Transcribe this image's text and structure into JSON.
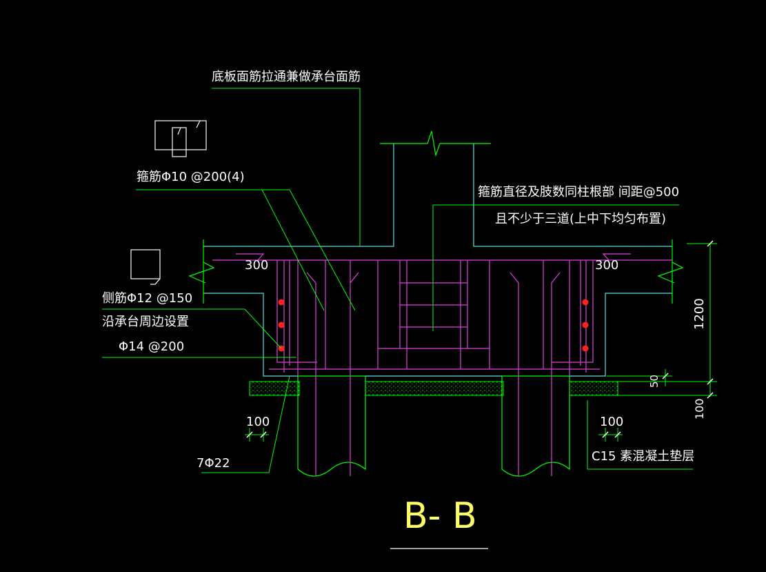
{
  "labels": {
    "top_note": "底板面筋拉通兼做承台面筋",
    "stirrup": "箍筋Φ10 @200(4)",
    "column_note_1": "箍筋直径及肢数同柱根部 间距@500",
    "column_note_2": "且不少于三道(上中下均匀布置)",
    "side_bar_1": "侧筋Φ12 @150",
    "side_bar_2": "沿承台周边设置",
    "side_bar_3": "Φ14 @200",
    "bottom_bar": "7Φ22",
    "cushion": "C15 素混凝土垫层"
  },
  "dimensions": {
    "left_top": "300",
    "right_top": "300",
    "height": "1200",
    "gap": "50",
    "cushion_thk": "100",
    "left_bottom": "100",
    "right_bottom": "100"
  },
  "title": {
    "text": "B- B",
    "color": "#ffff66"
  },
  "colors": {
    "green": "#00ff00",
    "cyan": "#5fe0e0",
    "magenta": "#e040e0",
    "red": "#ff2020",
    "white": "#ffffff"
  }
}
